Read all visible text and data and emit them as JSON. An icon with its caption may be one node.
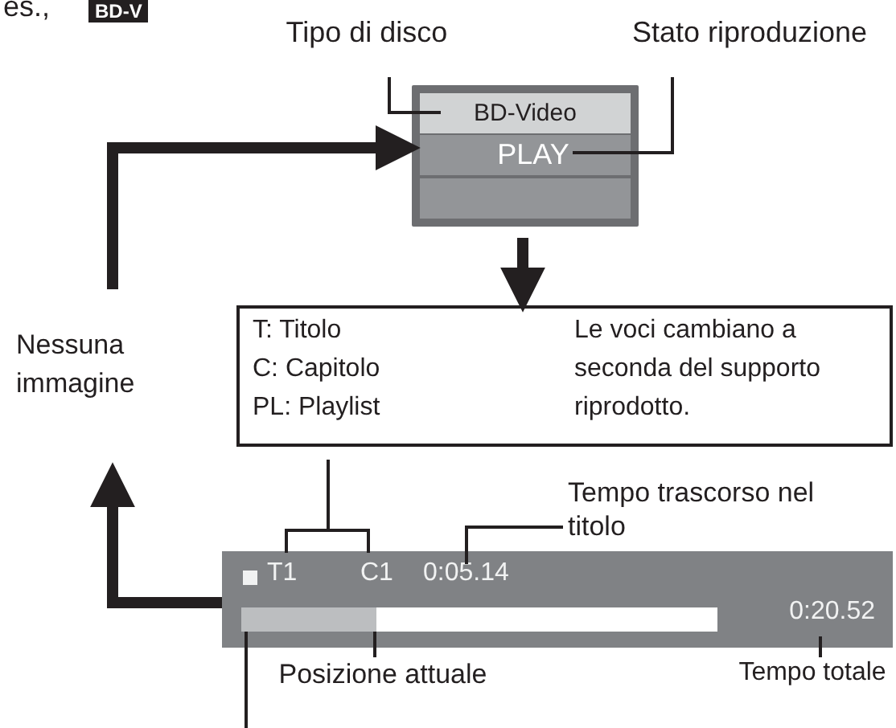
{
  "diagram": {
    "nodes": [
      {
        "text": [
          "Tipo di disco"
        ]
      },
      {
        "text": [
          "Stato riproduzione"
        ]
      },
      {
        "text": [],
        "shape": "box"
      },
      {
        "text": [
          "BD-Video"
        ],
        "in": 2
      },
      {
        "text": [
          "PLAY"
        ],
        "in": 2
      },
      {
        "text": [],
        "shape": "bar",
        "in": 2
      },
      {
        "text": [
          "T: Titolo",
          "C: Capitolo",
          "PL: Playlist",
          "Le voci cambiano a seconda del supporto riprodotto."
        ]
      },
      {
        "text": [
          "Nessuna immagine"
        ]
      },
      {
        "text": [],
        "shape": "bar"
      },
      {
        "text": [
          "T1"
        ],
        "in": 8
      },
      {
        "text": [
          "C1"
        ],
        "in": 8
      },
      {
        "text": [
          "0:05.14"
        ],
        "in": 8
      },
      {
        "text": [
          "0:20.52"
        ],
        "in": 8
      },
      {
        "text": [],
        "shape": "bar",
        "in": 8
      },
      {
        "text": [],
        "shape": "bar",
        "in": 13
      },
      {
        "text": [
          "Tempo trascorso nel titolo"
        ]
      },
      {
        "text": [
          "Posizione attuale"
        ]
      },
      {
        "text": [
          "Tempo totale"
        ]
      }
    ],
    "edges": [
      {
        "from": 7,
        "to": 2,
        "arrow": "to",
        "style": "thick"
      },
      {
        "from": 8,
        "to": 7,
        "arrow": "to",
        "style": "thick"
      },
      {
        "from": 2,
        "to": 6,
        "arrow": "to",
        "style": "thick"
      },
      {
        "from": 0,
        "to": 3,
        "arrow": "none"
      },
      {
        "from": 1,
        "to": 4,
        "arrow": "none"
      },
      {
        "from": 6,
        "to": 9,
        "arrow": "none"
      },
      {
        "from": 6,
        "to": 10,
        "arrow": "none"
      },
      {
        "from": 15,
        "to": 11,
        "arrow": "none"
      },
      {
        "from": 16,
        "to": 14,
        "arrow": "none"
      },
      {
        "from": 17,
        "to": 12,
        "arrow": "none"
      },
      {
        "from": null,
        "to": 14,
        "arrow": "none"
      }
    ],
    "labels": [
      "es.,",
      "BD-V"
    ]
  }
}
